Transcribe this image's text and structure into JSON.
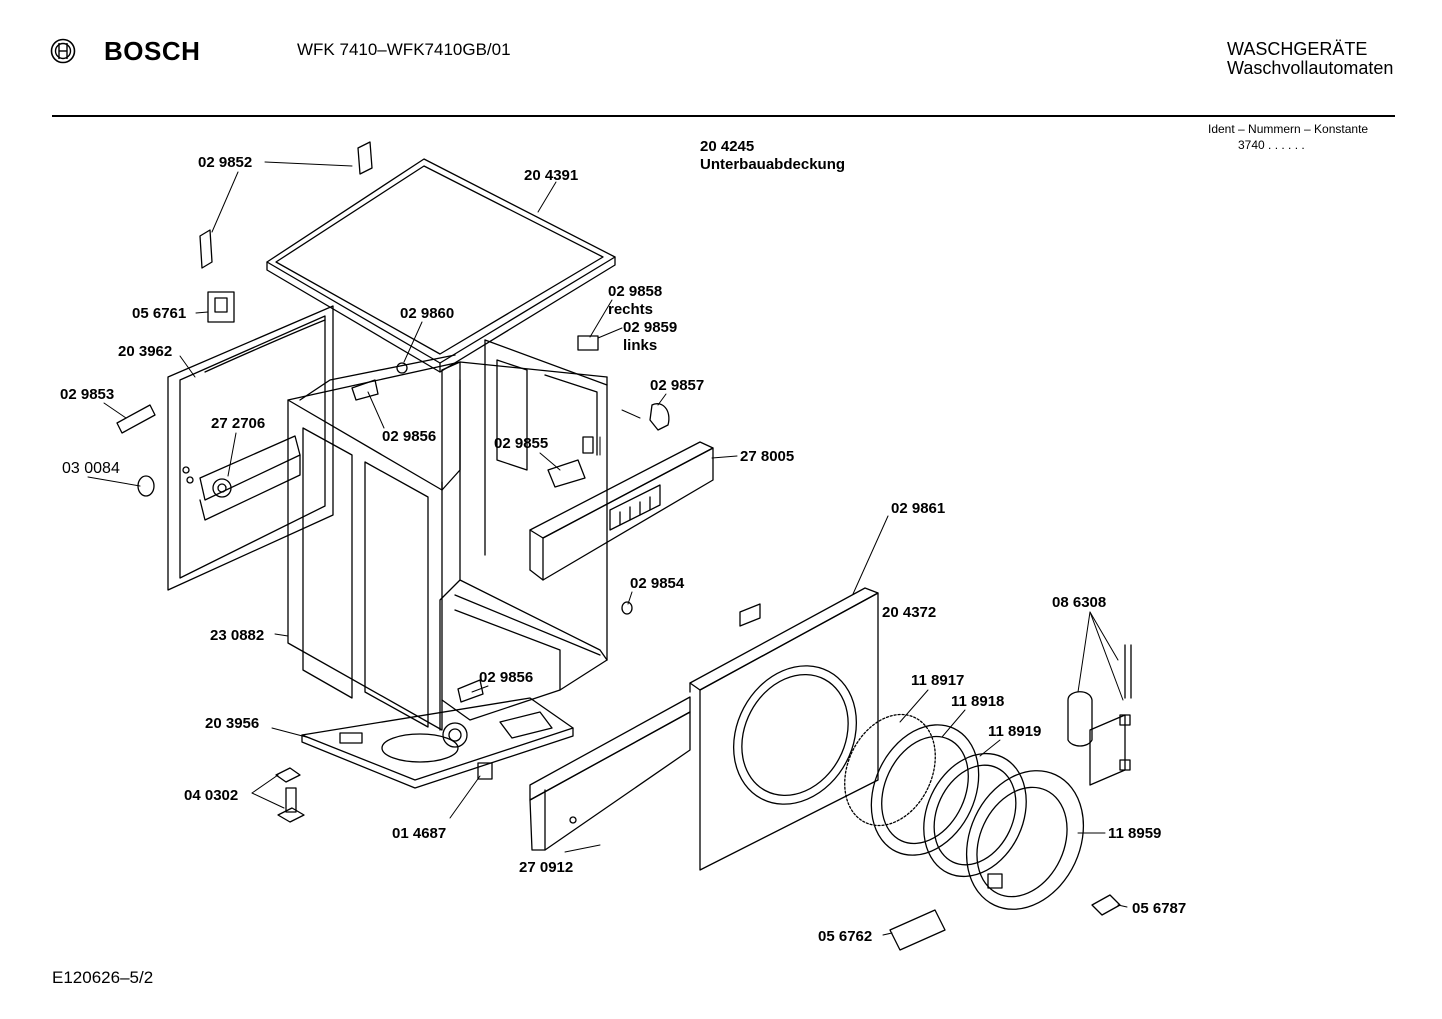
{
  "header": {
    "brand": "BOSCH",
    "model": "WFK 7410–WFK7410GB/01",
    "category_line1": "WASCHGERÄTE",
    "category_line2": "Waschvollautomaten",
    "ident_label": "Ident – Nummern – Konstante",
    "ident_value": "3740 . .  . . . ."
  },
  "note": {
    "number": "20 4245",
    "text": "Unterbauabdeckung"
  },
  "parts": [
    {
      "id": "029852",
      "label": "02 9852"
    },
    {
      "id": "204391",
      "label": "20 4391"
    },
    {
      "id": "056761",
      "label": "05 6761"
    },
    {
      "id": "029860",
      "label": "02 9860"
    },
    {
      "id": "203962",
      "label": "20 3962"
    },
    {
      "id": "029858",
      "label": "02 9858"
    },
    {
      "id": "029858r",
      "label": "rechts"
    },
    {
      "id": "029859",
      "label": "02 9859"
    },
    {
      "id": "029859l",
      "label": "links"
    },
    {
      "id": "029853",
      "label": "02 9853"
    },
    {
      "id": "029857",
      "label": "02 9857"
    },
    {
      "id": "272706",
      "label": "27 2706"
    },
    {
      "id": "029856a",
      "label": "02 9856"
    },
    {
      "id": "029855",
      "label": "02 9855"
    },
    {
      "id": "278005",
      "label": "27 8005"
    },
    {
      "id": "030084",
      "label": "03 0084"
    },
    {
      "id": "029861",
      "label": "02 9861"
    },
    {
      "id": "029854",
      "label": "02 9854"
    },
    {
      "id": "204372",
      "label": "20 4372"
    },
    {
      "id": "086308",
      "label": "08 6308"
    },
    {
      "id": "230882",
      "label": "23 0882"
    },
    {
      "id": "029856b",
      "label": "02 9856"
    },
    {
      "id": "118917",
      "label": "11 8917"
    },
    {
      "id": "118918",
      "label": "11 8918"
    },
    {
      "id": "118919",
      "label": "11 8919"
    },
    {
      "id": "203956",
      "label": "20 3956"
    },
    {
      "id": "040302",
      "label": "04 0302"
    },
    {
      "id": "014687",
      "label": "01 4687"
    },
    {
      "id": "118959",
      "label": "11 8959"
    },
    {
      "id": "270912",
      "label": "27 0912"
    },
    {
      "id": "056787",
      "label": "05 6787"
    },
    {
      "id": "056762",
      "label": "05 6762"
    }
  ],
  "footer": {
    "code": "E120626–5/2"
  }
}
